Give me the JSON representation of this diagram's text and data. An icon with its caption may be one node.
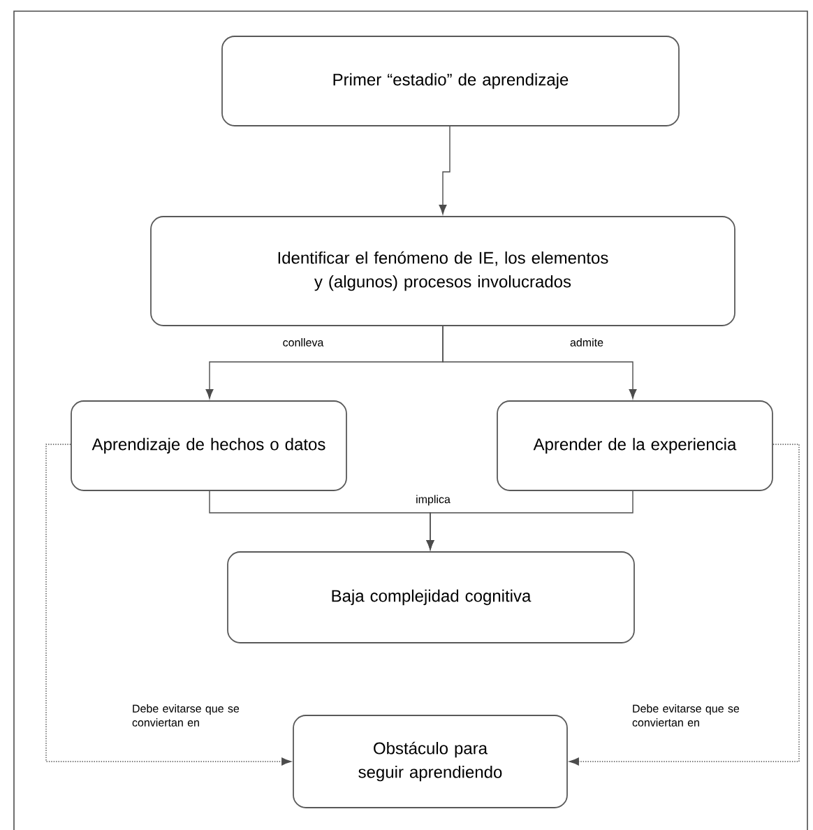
{
  "diagram": {
    "nodes": [
      {
        "text": [
          "Primer “estadio” de aprendizaje"
        ]
      },
      {
        "text": [
          "Identificar el fenómeno de IE,  los elementos y (algunos) procesos involucrados"
        ]
      },
      {
        "text": [
          "Aprendizaje de hechos o datos"
        ]
      },
      {
        "text": [
          "Aprender de la experiencia"
        ]
      },
      {
        "text": [
          "Baja complejidad cognitiva"
        ]
      },
      {
        "text": [
          "Obstáculo para seguir aprendiendo"
        ]
      }
    ],
    "edges": [
      {
        "from": 0,
        "to": 1,
        "arrow": "to"
      },
      {
        "from": 1,
        "to": 2,
        "arrow": "to",
        "label": "conlleva"
      },
      {
        "from": 1,
        "to": 3,
        "arrow": "to",
        "label": "admite"
      },
      {
        "from": 2,
        "to": 4,
        "arrow": "to",
        "label": "implica"
      },
      {
        "from": 3,
        "to": 4,
        "arrow": "to"
      },
      {
        "from": 2,
        "to": 5,
        "arrow": "to",
        "label": "Debe evitarse que se conviertan en",
        "style": "dashed"
      },
      {
        "from": 3,
        "to": 5,
        "arrow": "to",
        "label": "Debe evitarse que se conviertan en",
        "style": "dashed"
      }
    ]
  }
}
